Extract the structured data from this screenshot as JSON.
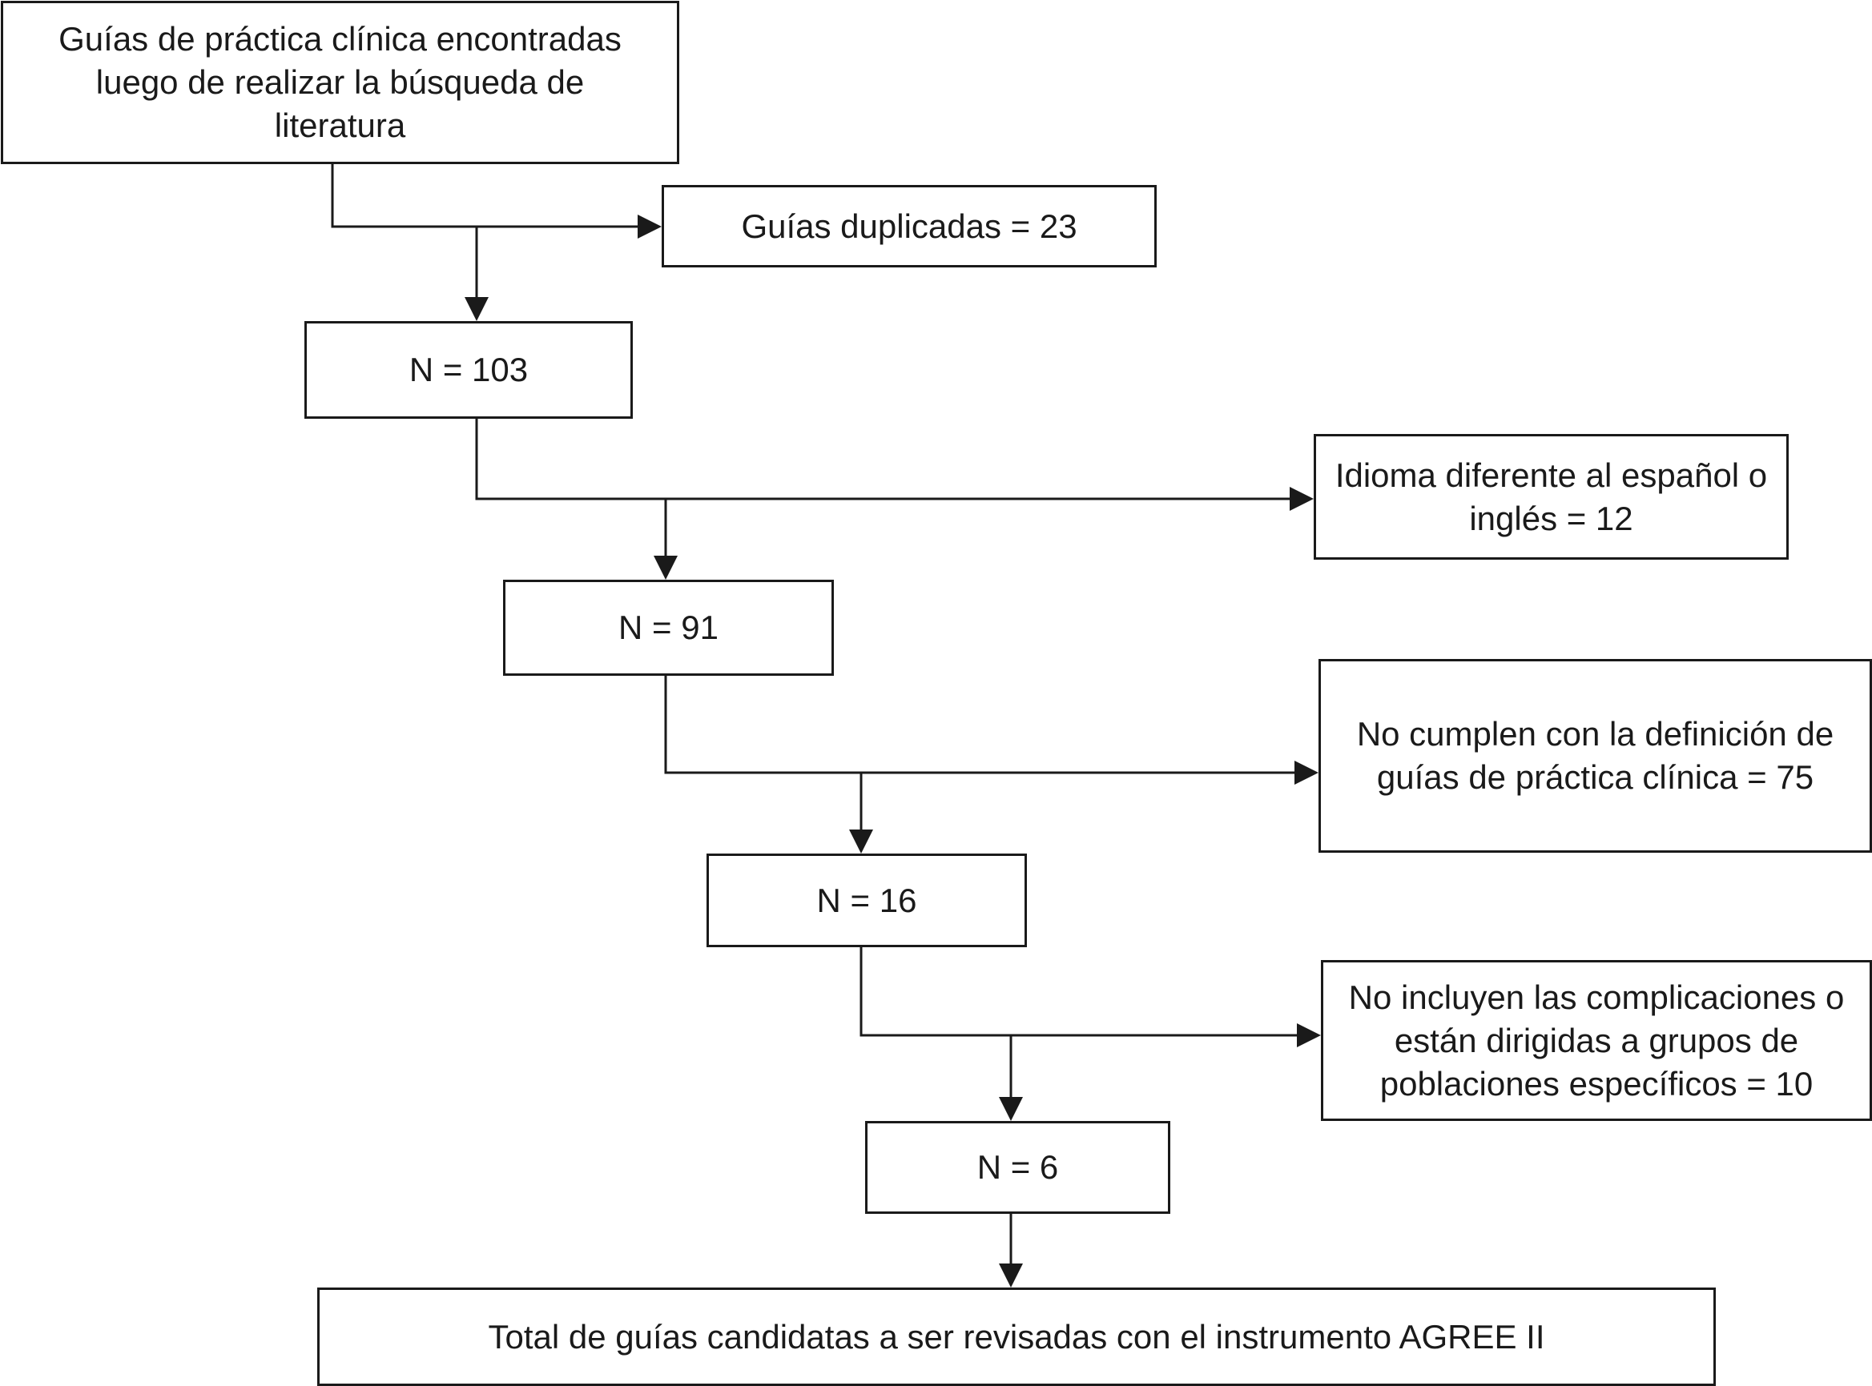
{
  "nodes": {
    "start": "Guías de práctica clínica encontradas luego de realizar la búsqueda de literatura",
    "duplicates": "Guías duplicadas = 23",
    "n103": "N = 103",
    "language": "Idioma diferente al español o inglés = 12",
    "n91": "N = 91",
    "definition": "No cumplen con la definición de guías de práctica clínica = 75",
    "n16": "N = 16",
    "complications": "No incluyen las complicaciones o están dirigidas a grupos de poblaciones específicos = 10",
    "n6": "N = 6",
    "total": "Total de guías candidatas a ser revisadas con el instrumento AGREE II"
  },
  "edges": [
    {
      "from": "start",
      "to": "duplicates"
    },
    {
      "from": "start",
      "to": "n103"
    },
    {
      "from": "n103",
      "to": "language"
    },
    {
      "from": "n103",
      "to": "n91"
    },
    {
      "from": "n91",
      "to": "definition"
    },
    {
      "from": "n91",
      "to": "n16"
    },
    {
      "from": "n16",
      "to": "complications"
    },
    {
      "from": "n16",
      "to": "n6"
    },
    {
      "from": "n6",
      "to": "total"
    }
  ]
}
